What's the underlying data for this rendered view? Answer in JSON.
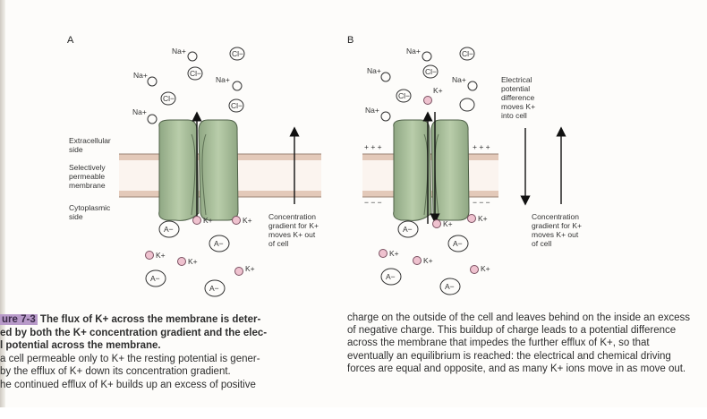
{
  "figure": {
    "panel_a": {
      "letter": "A",
      "ions_out": {
        "na1": "Na+",
        "na2": "Na+",
        "na3": "Na+",
        "na4": "Na+",
        "cl1": "Cl−",
        "cl2": "Cl−",
        "cl3": "Cl−",
        "cl4": "Cl−"
      },
      "side_labels": {
        "extracellular_1": "Extracellular",
        "extracellular_2": "side",
        "membrane_1": "Selectively",
        "membrane_2": "permeable",
        "membrane_3": "membrane",
        "cytoplasmic_1": "Cytoplasmic",
        "cytoplasmic_2": "side"
      },
      "ions_in": {
        "a1": "A−",
        "a2": "A−",
        "a3": "A−",
        "a4": "A−",
        "k1": "K+",
        "k2": "K+",
        "k3": "K+",
        "k4": "K+",
        "k5": "K+"
      },
      "arrow_label": {
        "l1": "Concentration",
        "l2": "gradient for K+",
        "l3": "moves K+ out",
        "l4": "of cell"
      }
    },
    "panel_b": {
      "letter": "B",
      "ions_out": {
        "na1": "Na+",
        "na2": "Na+",
        "na3": "Na+",
        "na4": "Na+",
        "cl1": "Cl−",
        "cl2": "Cl−",
        "cl3": "Cl−",
        "kout": "K+"
      },
      "charges": {
        "plus_left": "+ + +",
        "plus_right": "+ + +",
        "minus_left": "− − −",
        "minus_right": "− − −"
      },
      "ions_in": {
        "a1": "A−",
        "a2": "A−",
        "a3": "A−",
        "a4": "A−",
        "k1": "K+",
        "k2": "K+",
        "k3": "K+",
        "k4": "K+",
        "k5": "K+"
      },
      "electrical_label": {
        "l1": "Electrical",
        "l2": "potential",
        "l3": "difference",
        "l4": "moves K+",
        "l5": "into cell"
      },
      "arrow_label": {
        "l1": "Concentration",
        "l2": "gradient for K+",
        "l3": "moves K+ out",
        "l4": "of cell"
      }
    }
  },
  "caption": {
    "fig_number": "ure 7-3",
    "title_1": " The flux of K+ across the membrane is deter-",
    "title_2": "ed by both the K+ concentration gradient and the elec-",
    "title_3": "l potential across the membrane.",
    "line_4": "a cell permeable only to K+ the resting potential is gener-",
    "line_5": "by the efflux of K+ down its concentration gradient.",
    "line_6": "he continued efflux of K+ builds up an excess of positive"
  },
  "body_text": "charge on the outside of the cell and leaves behind on the inside an excess of negative charge. This buildup of charge leads to a potential difference across the membrane that impedes the further efflux of K+, so that eventually an equilibrium is reached: the electrical and chemical driving forces are equal and opposite, and as many K+ ions move in as move out.",
  "colors": {
    "channel": "#a9bf9b",
    "channel_stroke": "#4f6048",
    "membrane": "#ead5c8",
    "potassium": "#efc2cf",
    "caption_highlight": "#b89ac9"
  }
}
